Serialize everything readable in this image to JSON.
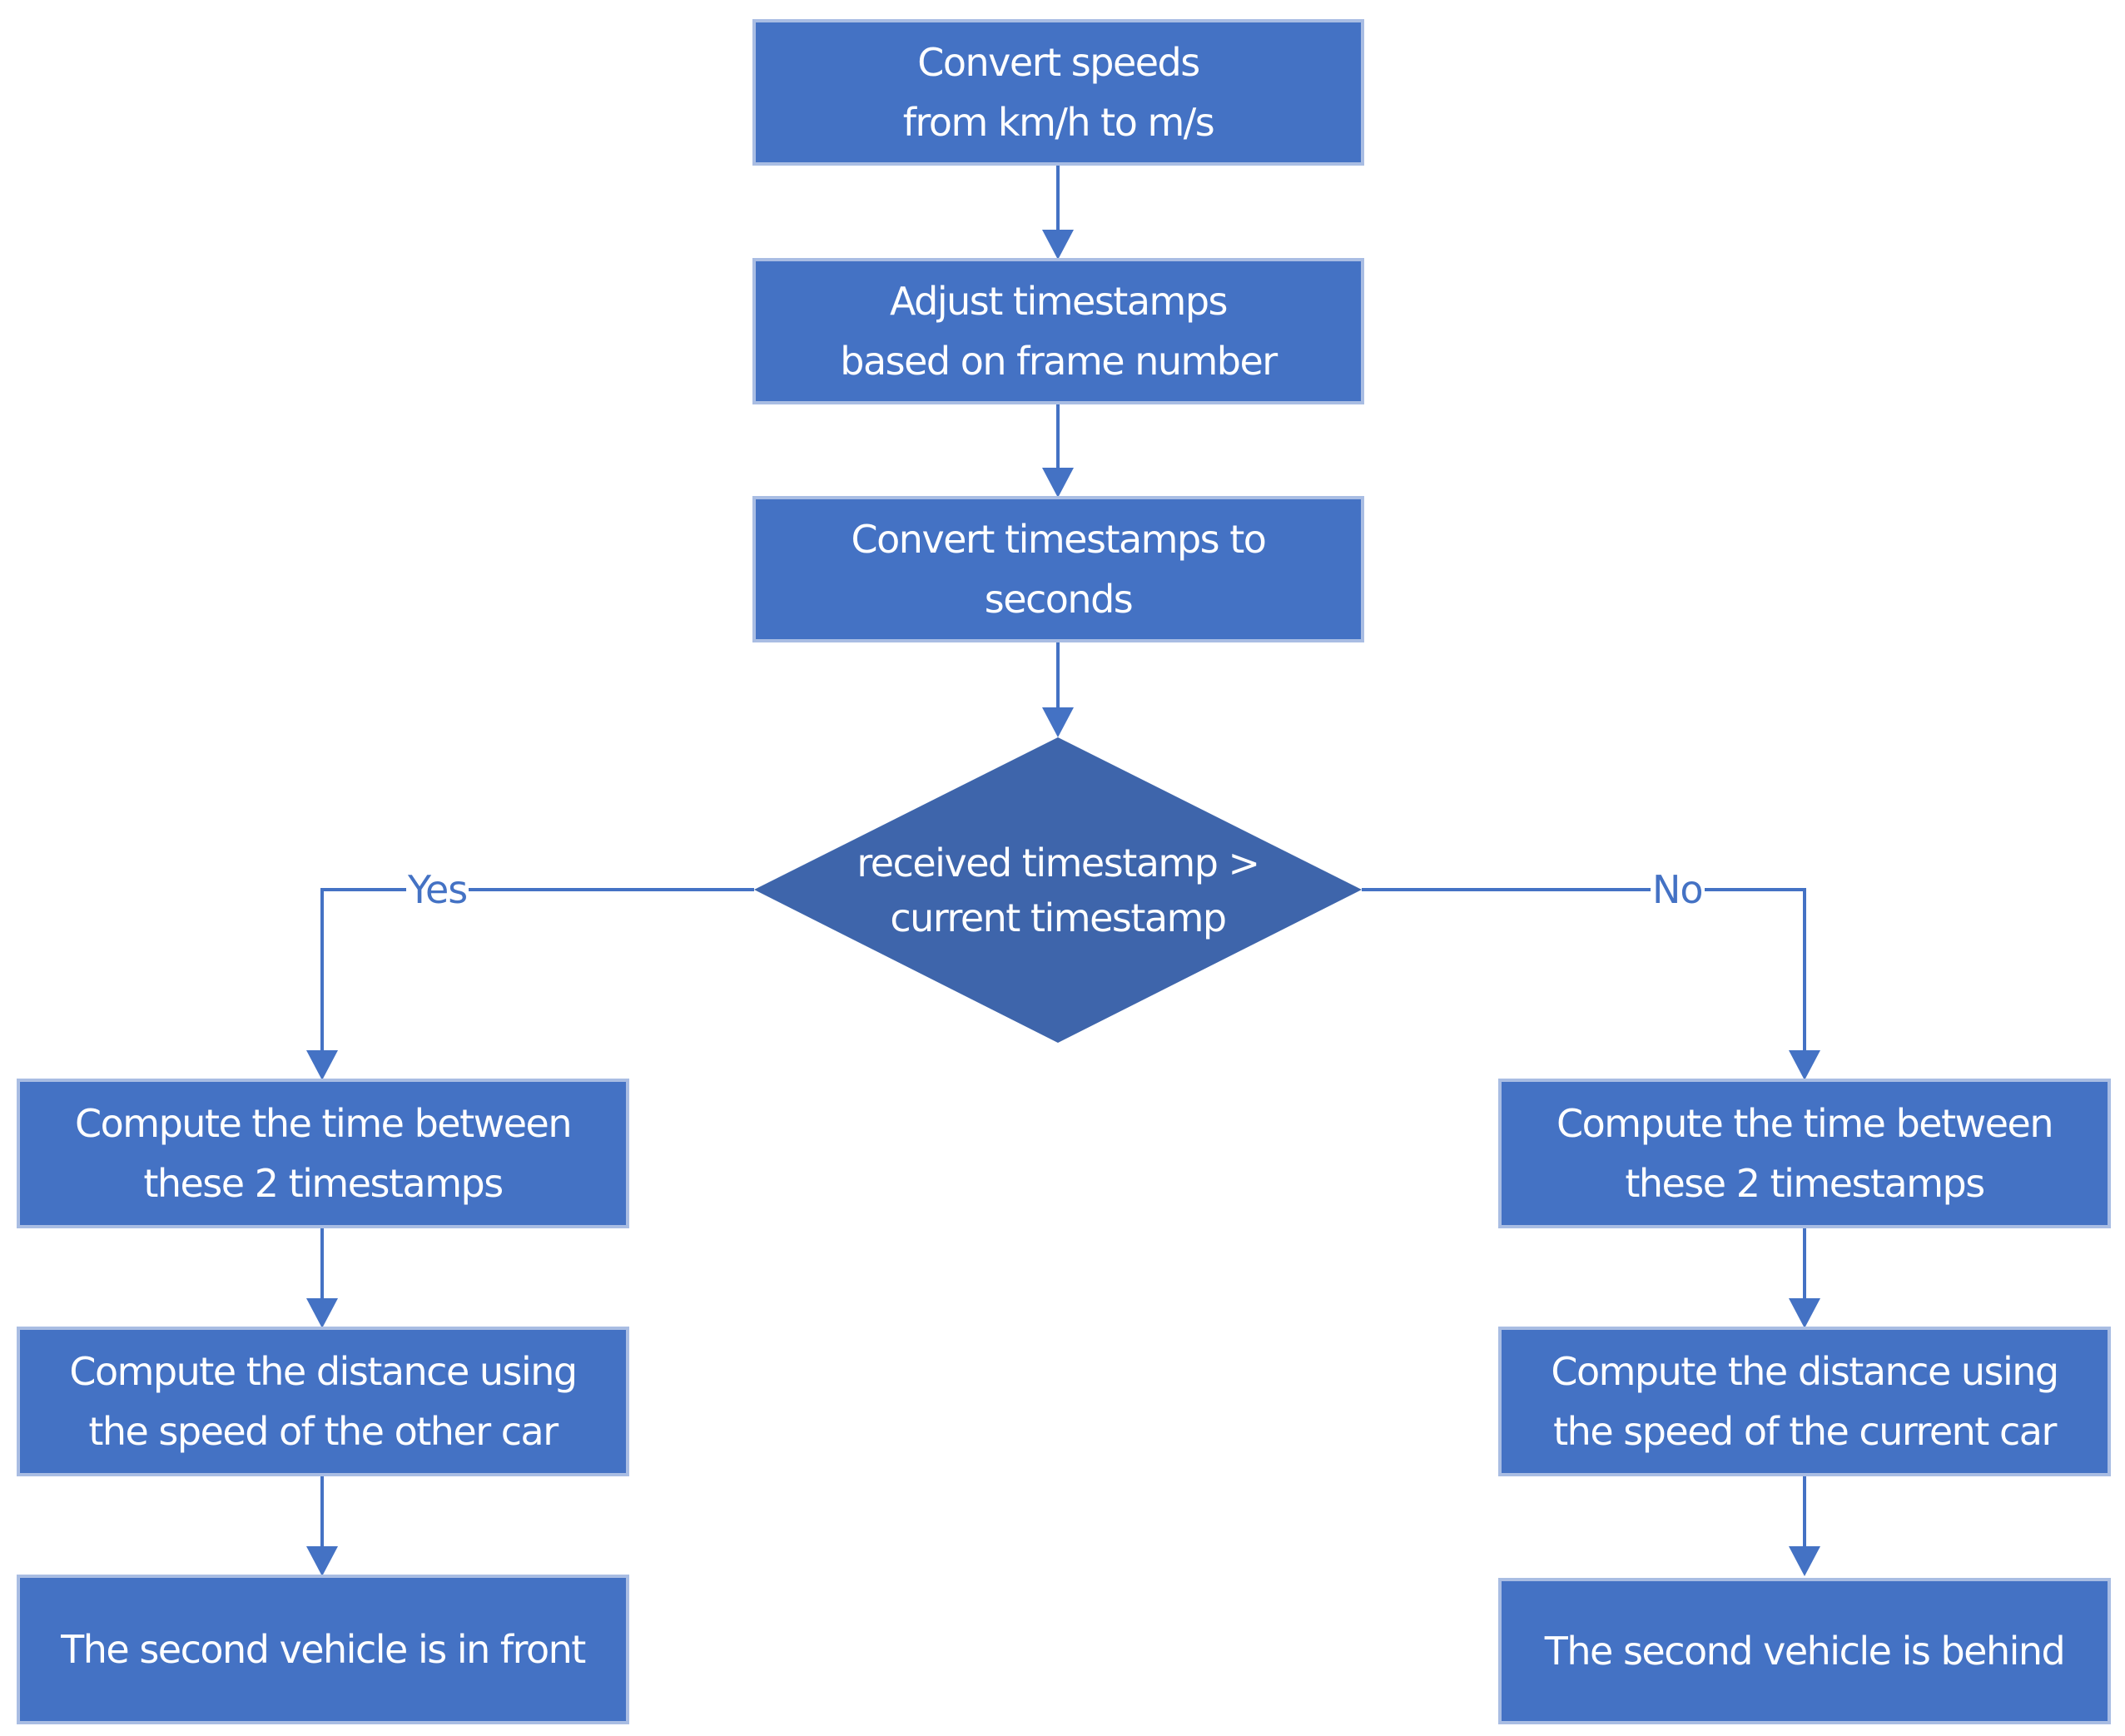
{
  "nodes": {
    "convert_speeds": {
      "line1": "Convert speeds",
      "line2": "from km/h to m/s"
    },
    "adjust_timestamps": {
      "line1": "Adjust timestamps",
      "line2": "based on frame number"
    },
    "convert_timestamps": {
      "line1": "Convert timestamps to",
      "line2": "seconds"
    },
    "decision": {
      "line1": "received timestamp  >",
      "line2": "current timestamp"
    },
    "yes_compute_time": {
      "line1": "Compute the time between",
      "line2": "these 2 timestamps"
    },
    "yes_compute_distance": {
      "line1": "Compute the distance using",
      "line2": "the speed of the other car"
    },
    "yes_result": {
      "line1": "The second vehicle is in front"
    },
    "no_compute_time": {
      "line1": "Compute the time between",
      "line2": "these 2 timestamps"
    },
    "no_compute_distance": {
      "line1": "Compute the distance using",
      "line2": "the speed of the current car"
    },
    "no_result": {
      "line1": "The second vehicle is behind"
    }
  },
  "edges": {
    "yes_label": "Yes",
    "no_label": "No"
  },
  "colors": {
    "box_fill": "#4472c4",
    "box_border": "#a9bde3",
    "decision_fill": "#3e65ab",
    "connector": "#4472c4",
    "text": "#ffffff"
  }
}
